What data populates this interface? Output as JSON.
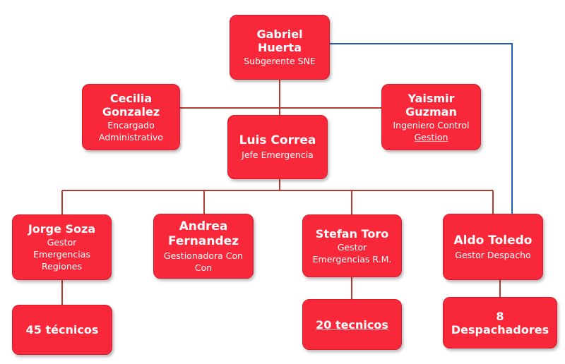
{
  "colors": {
    "box_fill": "#f8283a",
    "tree_line": "#b23a2f",
    "dotted_line": "#1f5fbf",
    "text": "#ffffff"
  },
  "nodes": {
    "gabriel": {
      "name": "Gabriel Huerta",
      "role": "Subgerente SNE"
    },
    "cecilia": {
      "name_line1": "Cecilia",
      "name_line2": "Gonzalez",
      "role_line1": "Encargado",
      "role_line2": "Administrativo"
    },
    "yaismir": {
      "name_line1": "Yaismir",
      "name_line2": "Guzman",
      "role_line1": "Ingeniero Control",
      "role_line2": "Gestion"
    },
    "luis": {
      "name": "Luis Correa",
      "role": "Jefe Emergencia"
    },
    "jorge": {
      "name": "Jorge Soza",
      "role_line1": "Gestor",
      "role_line2": "Emergencias",
      "role_line3": "Regiones"
    },
    "andrea": {
      "name_line1": "Andrea",
      "name_line2": "Fernandez",
      "role_line1": "Gestionadora Con",
      "role_line2": "Con"
    },
    "stefan": {
      "name": "Stefan Toro",
      "role_line1": "Gestor",
      "role_line2": "Emergencias R.M."
    },
    "aldo": {
      "name": "Aldo Toledo",
      "role": "Gestor Despacho"
    },
    "team_jorge": {
      "label": "45 técnicos"
    },
    "team_stefan": {
      "label": "20 tecnicos"
    },
    "team_aldo": {
      "label": "8 Despachadores"
    }
  }
}
